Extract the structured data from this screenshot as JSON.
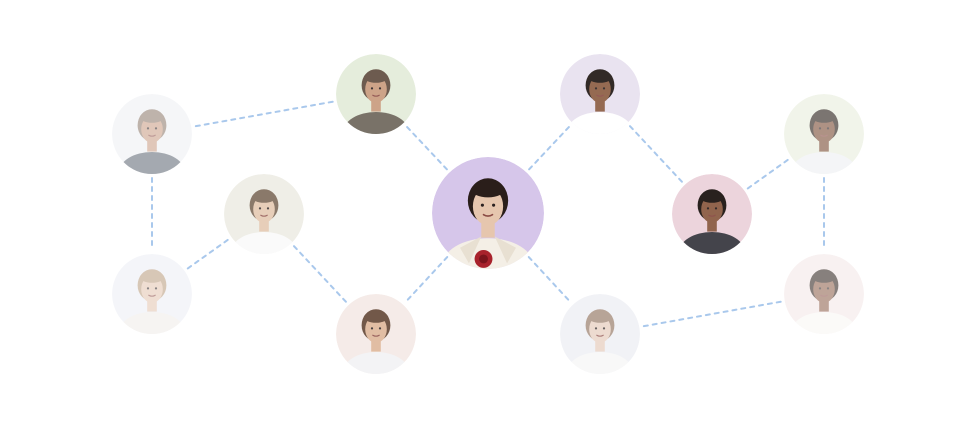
{
  "network": {
    "edge_color": "#a9c8ec",
    "nodes": [
      {
        "id": "center",
        "icon": "woman-white-blazer-red-rose-avatar",
        "bg": "#d6c6ea",
        "skin": "#e6c6ae",
        "hair": "#2a1e1a",
        "shirt": "#f4efe6",
        "accent": "#a8222c",
        "opacity": 1.0,
        "focus": true
      },
      {
        "id": "top-mid-left",
        "icon": "bearded-man-smiling-avatar",
        "bg": "#e3ecd9",
        "skin": "#c89a7c",
        "hair": "#5e4a3c",
        "shirt": "#6b6358",
        "opacity": 0.9
      },
      {
        "id": "top-mid-right",
        "icon": "curly-hair-woman-avatar",
        "bg": "#e7e0ef",
        "skin": "#8a5a40",
        "hair": "#1c1410",
        "shirt": "#ffffff",
        "opacity": 0.9
      },
      {
        "id": "top-left",
        "icon": "bearded-man-denim-jacket-avatar",
        "bg": "#eef0f4",
        "skin": "#c89a80",
        "hair": "#8a7668",
        "shirt": "#5b6470",
        "opacity": 0.55
      },
      {
        "id": "mid-left",
        "icon": "young-man-white-shirt-avatar",
        "bg": "#ecebe2",
        "skin": "#e2c2a8",
        "hair": "#6e5846",
        "shirt": "#fafafa",
        "opacity": 0.8
      },
      {
        "id": "bottom-left",
        "icon": "woman-long-hair-avatar",
        "bg": "#eceef5",
        "skin": "#e2c4ae",
        "hair": "#b89a7c",
        "shirt": "#f0ece8",
        "opacity": 0.55
      },
      {
        "id": "bottom-mid-left",
        "icon": "woman-wavy-hair-avatar",
        "bg": "#f4e8e4",
        "skin": "#dcb294",
        "hair": "#5a3c2a",
        "shirt": "#f2f2f4",
        "opacity": 0.85
      },
      {
        "id": "bottom-mid-right",
        "icon": "person-covering-face-avatar",
        "bg": "#ecedf3",
        "skin": "#e6cdbd",
        "hair": "#9a7e6c",
        "shirt": "#f6f6f6",
        "opacity": 0.7
      },
      {
        "id": "mid-right",
        "icon": "smiling-man-turtleneck-avatar",
        "bg": "#ecd2db",
        "skin": "#8c5c44",
        "hair": "#1e1612",
        "shirt": "#3a3a42",
        "opacity": 0.95
      },
      {
        "id": "top-right",
        "icon": "man-light-jacket-avatar",
        "bg": "#e8eedd",
        "skin": "#7a4a34",
        "hair": "#241a14",
        "shirt": "#eef0f2",
        "opacity": 0.6
      },
      {
        "id": "bottom-right",
        "icon": "woman-curly-hair-avatar",
        "bg": "#f4e6e6",
        "skin": "#8a5a44",
        "hair": "#261a14",
        "shirt": "#f8f6f4",
        "opacity": 0.55
      }
    ],
    "edges": [
      [
        "center",
        "top-mid-left"
      ],
      [
        "center",
        "top-mid-right"
      ],
      [
        "center",
        "bottom-mid-left"
      ],
      [
        "center",
        "bottom-mid-right"
      ],
      [
        "top-mid-left",
        "top-left"
      ],
      [
        "top-left",
        "bottom-left"
      ],
      [
        "bottom-left",
        "mid-left"
      ],
      [
        "mid-left",
        "bottom-mid-left"
      ],
      [
        "top-mid-right",
        "mid-right"
      ],
      [
        "mid-right",
        "top-right"
      ],
      [
        "top-right",
        "bottom-right"
      ],
      [
        "bottom-right",
        "bottom-mid-right"
      ]
    ]
  }
}
